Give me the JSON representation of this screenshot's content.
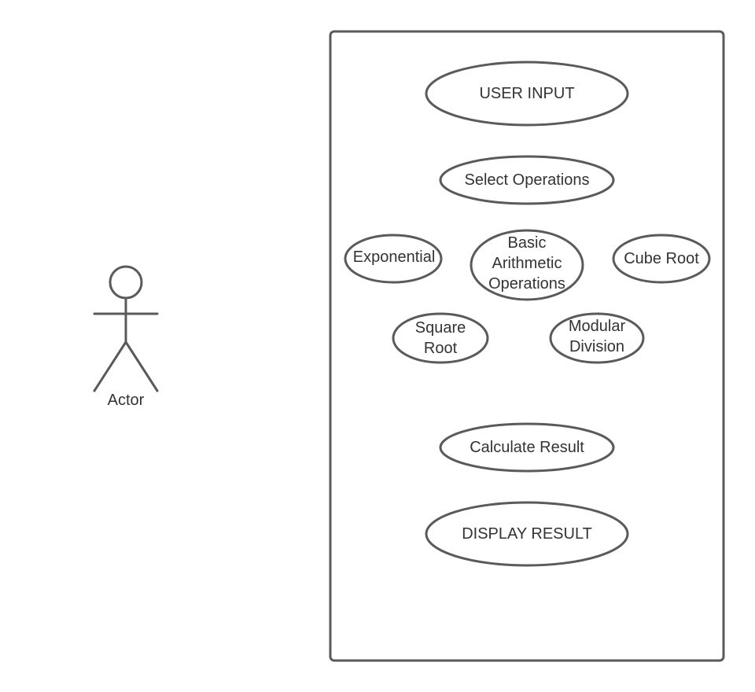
{
  "colors": {
    "stroke": "#5a5a5a",
    "text": "#333333",
    "background": "#ffffff"
  },
  "actor": {
    "label": "Actor"
  },
  "use_cases": {
    "user_input": "USER INPUT",
    "select_operations": "Select Operations",
    "exponential": "Exponential",
    "basic_arithmetic": [
      "Basic",
      "Arithmetic",
      "Operations"
    ],
    "cube_root": "Cube Root",
    "square_root": [
      "Square",
      "Root"
    ],
    "modular_division": [
      "Modular",
      "Division"
    ],
    "calculate_result": "Calculate Result",
    "display_result": "DISPLAY RESULT"
  }
}
